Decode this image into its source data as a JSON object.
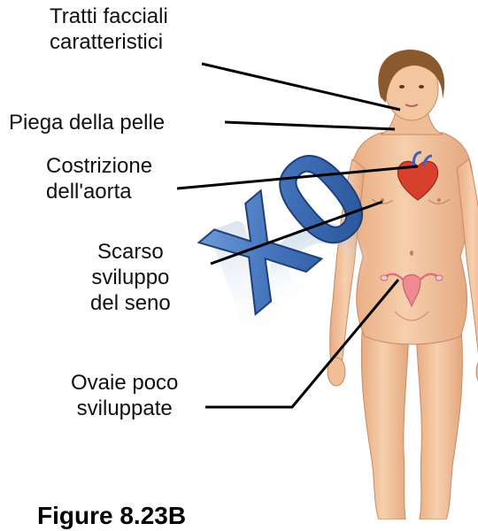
{
  "labels": {
    "facial_features": "Tratti facciali\ncaratteristici",
    "skin_fold": "Piega della pelle",
    "aorta_constriction": "Costrizione\ndell'aorta",
    "breast_development": "Scarso\nsviluppo\ndel seno",
    "ovaries": "Ovaie poco\nsviluppate"
  },
  "karyotype_mark": "X0",
  "figure_caption": "Figure 8.23B",
  "colors": {
    "skin": "#f2c39c",
    "skin_shadow": "#e0a47c",
    "hair": "#8a5a2e",
    "heart": "#d6402c",
    "karyotype_blue": "#3f6fb8",
    "leader_line": "#000000"
  }
}
